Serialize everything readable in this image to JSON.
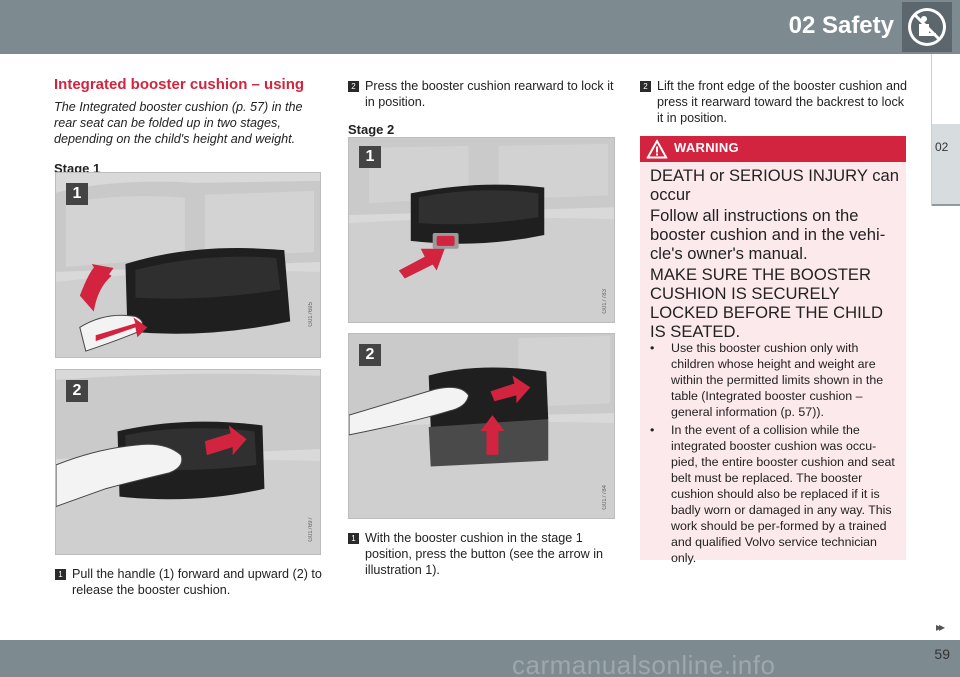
{
  "header": {
    "title": "02 Safety",
    "icon": "no-child-seat-icon"
  },
  "side_tab": {
    "label": "02"
  },
  "footer": {
    "page_number": "59",
    "next_arrows": "▸▸",
    "watermark": "carmanualsonline.info"
  },
  "section": {
    "title": "Integrated booster cushion – using",
    "intro": "The Integrated booster cushion (p. 57) in the rear seat can be folded up in two stages, depending on the child's height and weight."
  },
  "stage1": {
    "label": "Stage 1",
    "figures": [
      {
        "badge": "1",
        "code": "G017695"
      },
      {
        "badge": "2",
        "code": "G017697"
      }
    ],
    "steps": [
      {
        "num": "1",
        "text": "Pull the handle (1) forward and upward (2) to release the booster cushion."
      },
      {
        "num": "2",
        "text": "Press the booster cushion rearward to lock it in position."
      }
    ]
  },
  "stage2": {
    "label": "Stage 2",
    "figures": [
      {
        "badge": "1",
        "code": "G017783"
      },
      {
        "badge": "2",
        "code": "G017784"
      }
    ],
    "steps": [
      {
        "num": "1",
        "text": "With the booster cushion in the stage 1 position, press the button (see the arrow in illustration 1)."
      },
      {
        "num": "2",
        "text": "Lift the front edge of the booster cushion and press it rearward toward the backrest to lock it in position."
      }
    ]
  },
  "warning": {
    "title": "WARNING",
    "icon": "warning-triangle-icon",
    "line1": "DEATH or SERIOUS INJURY can occur",
    "line2": "Follow all instructions on the booster cushion and in the vehi-cle's owner's manual.",
    "line3": "MAKE SURE THE BOOSTER CUSHION IS SECURELY LOCKED BEFORE THE CHILD IS SEATED.",
    "bullet_symbol": "•",
    "bullets": [
      "Use this booster cushion only with children whose height and weight are within the permitted limits shown in the table (Integrated booster cushion – general information (p. 57)).",
      "In the event of a collision while the integrated booster cushion was occu-pied, the entire booster cushion and seat belt must be replaced. The booster cushion should also be replaced if it is badly worn or damaged in any way. This work should be per-formed by a trained and qualified Volvo service technician only."
    ]
  },
  "colors": {
    "header_gray": "#7d8a90",
    "accent_red": "#d2243f",
    "warning_bg": "#fce9ec"
  }
}
